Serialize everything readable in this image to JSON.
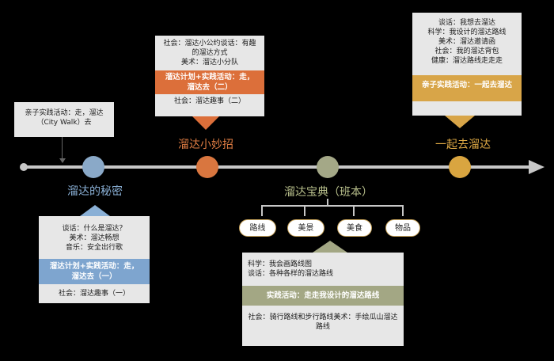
{
  "stages": [
    {
      "label": "溜达的秘密",
      "color": "#8ab0d6"
    },
    {
      "label": "溜达小妙招",
      "color": "#e07d43"
    },
    {
      "label": "溜达宝典（班本）",
      "color": "#b9c08c"
    },
    {
      "label": "一起去溜达",
      "color": "#e0aa45"
    }
  ],
  "box_a": {
    "line1": "亲子实践活动：走，溜达",
    "line2": "（City Walk）去"
  },
  "box_b": {
    "top_line1": "社会：溜达小公约谈话：有趣",
    "top_line2": "的溜达方式",
    "top_line3": "美术：溜达小分队",
    "band_line1": "溜达计划+实践活动：走，",
    "band_line2": "溜达去（二）",
    "bottom": "社会：溜达趣事（二）"
  },
  "box_c": {
    "line1": "谈话：我想去溜达",
    "line2": "科学：我设计的溜达路线",
    "line3": "美术：溜达邀请函",
    "line4": "社会：我的溜达背包",
    "line5": "健康：溜达路线走走走",
    "band": "亲子实践活动：一起去溜达"
  },
  "box_d": {
    "line1": "谈话：什么是溜达？",
    "line2": "美术：溜达畅想",
    "line3": "音乐：安全出行歌",
    "band_line1": "溜达计划+实践活动：走，",
    "band_line2": "溜达去（一）",
    "bottom": "社会：溜达趣事（一）"
  },
  "categories": [
    "路线",
    "美景",
    "美食",
    "物品"
  ],
  "box_e": {
    "line1": "科学：我会画路线图",
    "line2": "谈话：各种各样的溜达路线",
    "band": "实践活动：走走我设计的溜达路线",
    "bottom": "社会：骑行路线和步行路线美术：手绘瓜山溜达路线"
  }
}
